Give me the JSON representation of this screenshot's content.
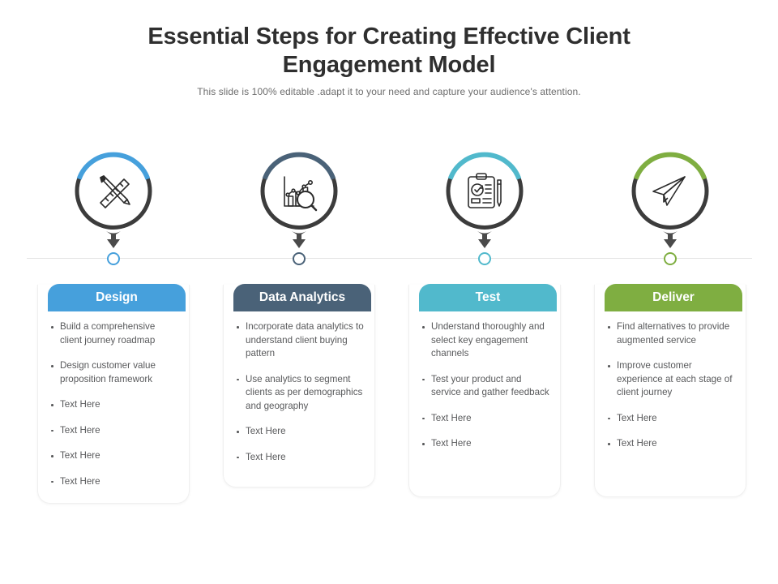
{
  "slide": {
    "title": "Essential Steps for Creating Effective Client Engagement Model",
    "subtitle": "This slide is 100% editable .adapt it to your need and capture your audience's attention."
  },
  "theme": {
    "background": "#ffffff",
    "title_color": "#2f2f2f",
    "subtitle_color": "#6d6d6d",
    "body_text_color": "#58595b",
    "timeline_line_color": "#e3e3e3",
    "ring_dark_color": "#3c3c3c",
    "arrow_color": "#4a4a4a",
    "card_border_color": "#f0f0f0"
  },
  "steps": [
    {
      "id": "design",
      "label": "Design",
      "color": "#46a0dc",
      "icon": "ruler-pencil-icon",
      "bullets": [
        "Build a comprehensive client journey roadmap",
        "Design customer value proposition framework",
        "Text Here",
        "Text Here",
        "Text Here",
        "Text Here"
      ]
    },
    {
      "id": "data-analytics",
      "label": "Data Analytics",
      "color": "#4a6278",
      "icon": "bar-chart-magnifier-icon",
      "bullets": [
        "Incorporate data analytics to understand client buying pattern",
        "Use analytics to segment clients as per demographics and geography",
        "Text Here",
        "Text Here"
      ]
    },
    {
      "id": "test",
      "label": "Test",
      "color": "#51b9cc",
      "icon": "clipboard-check-pencil-icon",
      "bullets": [
        "Understand thoroughly and select key engagement channels",
        "Test your product and service and gather feedback",
        "Text Here",
        "Text Here"
      ]
    },
    {
      "id": "deliver",
      "label": "Deliver",
      "color": "#7fae41",
      "icon": "paper-plane-icon",
      "bullets": [
        "Find alternatives to provide augmented service",
        "Improve customer experience at each stage of client journey",
        "Text Here",
        "Text Here"
      ]
    }
  ]
}
